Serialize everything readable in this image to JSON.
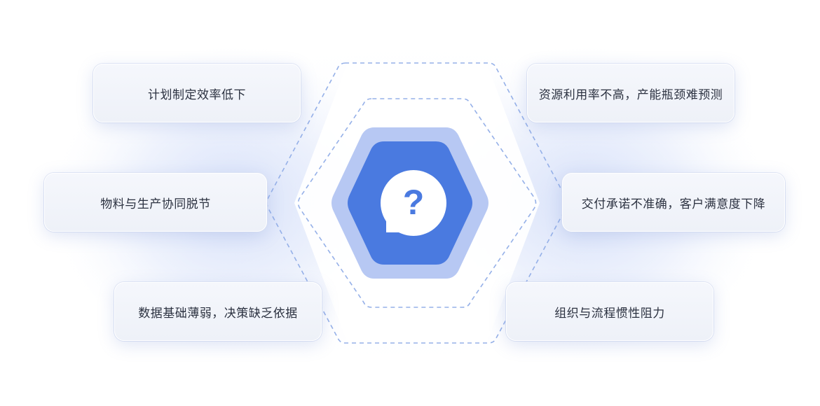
{
  "center": {
    "icon": "question-chat-bubble-icon",
    "symbol": "?"
  },
  "colors": {
    "accent": "#4a7ae0",
    "halo": "#b7c8f3",
    "dashed": "#95b0e8",
    "card_text": "#2b3140"
  },
  "left_items": [
    {
      "label": "计划制定效率低下"
    },
    {
      "label": "物料与生产协同脱节"
    },
    {
      "label": "数据基础薄弱，决策缺乏依据"
    }
  ],
  "right_items": [
    {
      "label": "资源利用率不高，产能瓶颈难预测"
    },
    {
      "label": "交付承诺不准确，客户满意度下降"
    },
    {
      "label": "组织与流程惯性阻力"
    }
  ]
}
